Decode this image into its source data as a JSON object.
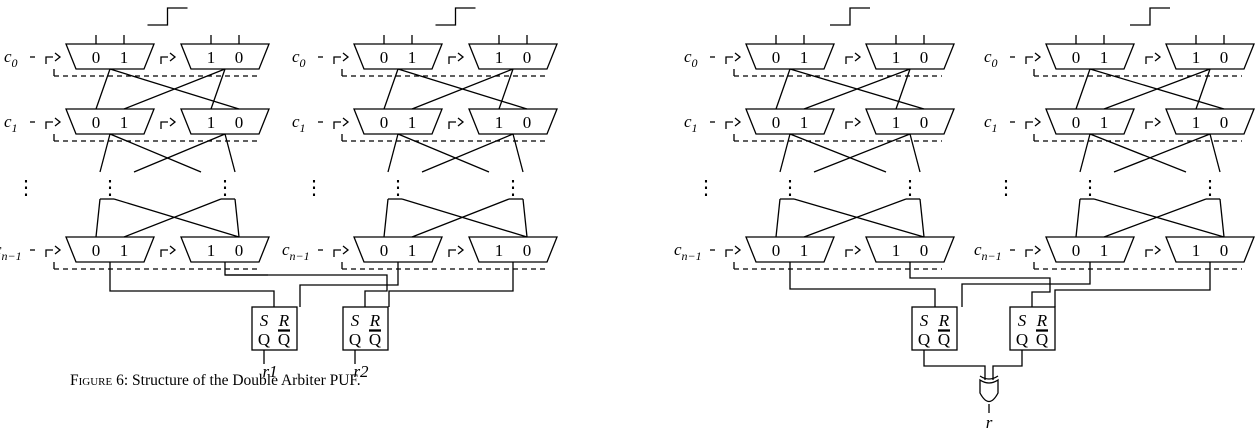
{
  "caption": {
    "label": "Figure 6",
    "text": ": Structure of the Double Arbiter PUF."
  },
  "mux_inputs": {
    "left_mux": [
      "0",
      "1"
    ],
    "right_mux": [
      "1",
      "0"
    ]
  },
  "stage_labels": [
    "c0",
    "c1",
    "cn−1"
  ],
  "challenge_prefix": "c",
  "challenge_subscripts": [
    "0",
    "1",
    "n−1"
  ],
  "arbiter": {
    "s": "S",
    "r": "R",
    "q": "Q",
    "qbar": "Q"
  },
  "outputs": {
    "left": [
      "r1",
      "r2"
    ],
    "right": "r"
  },
  "vdots": "⋮"
}
